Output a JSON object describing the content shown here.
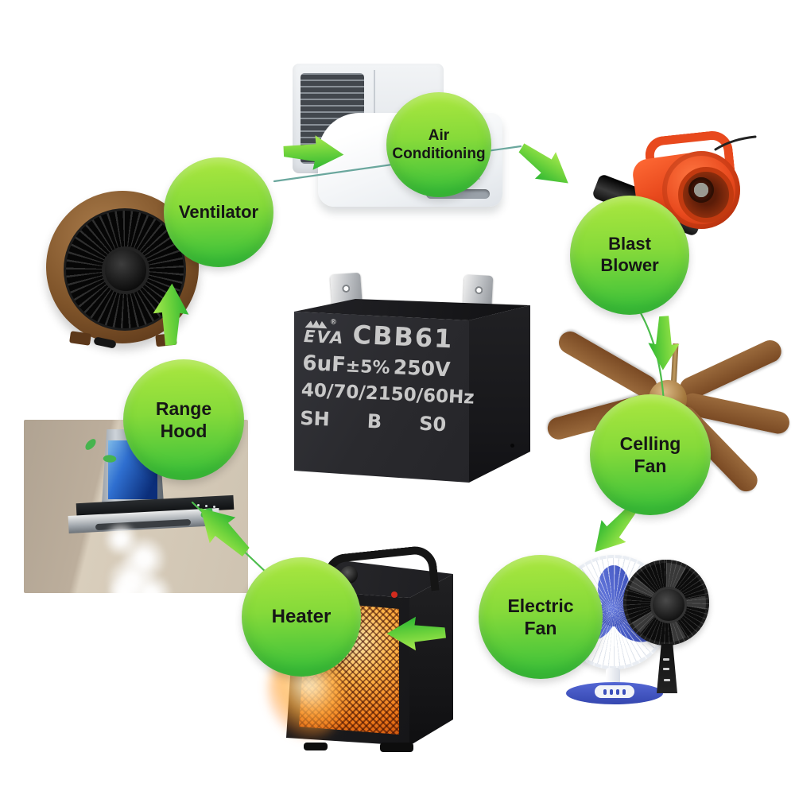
{
  "product": {
    "brand": "EVA",
    "registered_mark": "®",
    "model": "CBB61",
    "capacitance": "6uF",
    "tolerance": "±5%",
    "voltage": "250V",
    "climate_category": "40/70/21",
    "frequency": "50/60Hz",
    "safety_codes": {
      "sh": "SH",
      "b": "B",
      "s0": "S0"
    }
  },
  "applications": [
    {
      "id": "ventilator",
      "lines": [
        "Ventilator"
      ]
    },
    {
      "id": "air-conditioning",
      "lines": [
        "Air",
        "Conditioning"
      ]
    },
    {
      "id": "blast-blower",
      "lines": [
        "Blast",
        "Blower"
      ]
    },
    {
      "id": "celling-fan",
      "lines": [
        "Celling",
        "Fan"
      ]
    },
    {
      "id": "electric-fan",
      "lines": [
        "Electric",
        "Fan"
      ]
    },
    {
      "id": "heater",
      "lines": [
        "Heater"
      ]
    },
    {
      "id": "range-hood",
      "lines": [
        "Range",
        "Hood"
      ]
    }
  ],
  "colors": {
    "badge_green_top": "#abe73f",
    "badge_green_bottom": "#3fc23a",
    "arrow_green_light": "#b5ee53",
    "arrow_green_dark": "#35ba34",
    "connector_teal": "#6aa79d",
    "connector_green": "#4cbd4c",
    "capacitor_body": "#2a2a2e",
    "capacitor_text": "#c8c8c8",
    "blower_red": "#e8491d"
  }
}
